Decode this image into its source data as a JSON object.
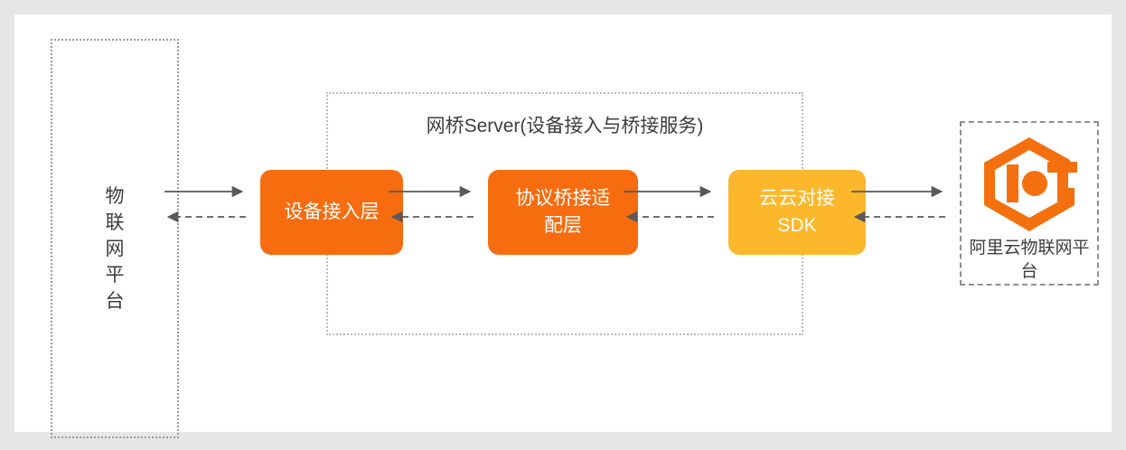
{
  "diagram": {
    "title_visible": false,
    "background_color": "#e6e6e6",
    "card_color": "#ffffff",
    "platform": {
      "name": "iot-platform-box",
      "label": "物\n联\n网\n平\n台",
      "border_style": "dotted",
      "border_color": "#9a9a9a"
    },
    "bridge": {
      "name": "bridge-server-box",
      "title": "网桥Server(设备接入与桥接服务)",
      "border_style": "dotted",
      "border_color": "#bdbdbd",
      "nodes": [
        {
          "id": "device-access-layer",
          "label": "设备接入层",
          "color": "#f76c0e",
          "text_color": "#ffffff"
        },
        {
          "id": "protocol-bridge-adapter-layer",
          "label": "协议桥接适\n配层",
          "color": "#f76c0e",
          "text_color": "#ffffff"
        },
        {
          "id": "cloud-to-cloud-sdk",
          "label": "云云对接\nSDK",
          "color": "#fcb72a",
          "text_color": "#ffffff"
        }
      ]
    },
    "cloud": {
      "name": "aliyun-iot-platform-box",
      "label": "阿里云物联网平台",
      "logo_name": "iot-logo",
      "logo_color": "#f4700f",
      "border_style": "dashed",
      "border_color": "#8f8f8f"
    },
    "connectors": {
      "line_color": "#595959",
      "forward_style": "solid",
      "return_style": "dashed",
      "forward_direction": "right",
      "return_direction": "left",
      "segments": [
        {
          "id": "platform-to-access",
          "from": "iot-platform-box",
          "to": "device-access-layer"
        },
        {
          "id": "access-to-adapter",
          "from": "device-access-layer",
          "to": "protocol-bridge-adapter-layer"
        },
        {
          "id": "adapter-to-sdk",
          "from": "protocol-bridge-adapter-layer",
          "to": "cloud-to-cloud-sdk"
        },
        {
          "id": "sdk-to-cloud",
          "from": "cloud-to-cloud-sdk",
          "to": "aliyun-iot-platform-box"
        }
      ]
    }
  }
}
